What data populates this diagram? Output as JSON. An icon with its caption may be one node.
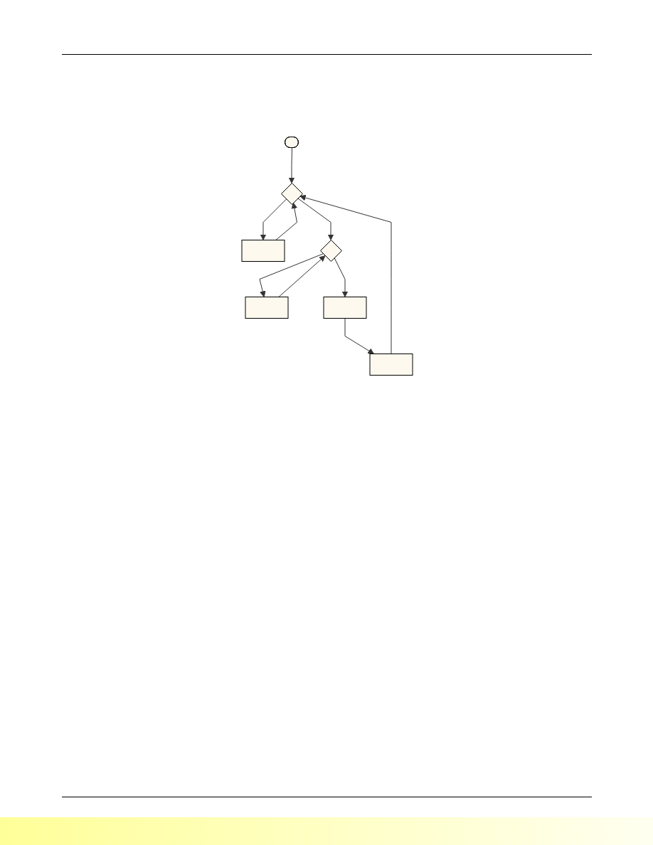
{
  "diagram": {
    "nodes": [
      {
        "text": [],
        "shape": "pill"
      },
      {
        "text": [],
        "shape": "diamond"
      },
      {
        "text": [],
        "shape": "box"
      },
      {
        "text": [],
        "shape": "diamond"
      },
      {
        "text": [],
        "shape": "box"
      },
      {
        "text": [],
        "shape": "box"
      },
      {
        "text": [],
        "shape": "box"
      }
    ],
    "edges": [
      {
        "from": 0,
        "to": 1,
        "arrow": "to"
      },
      {
        "from": 1,
        "to": 2,
        "arrow": "to"
      },
      {
        "from": 2,
        "to": 1,
        "arrow": "to"
      },
      {
        "from": 6,
        "to": 1,
        "arrow": "to"
      },
      {
        "from": 1,
        "to": 3,
        "arrow": "to"
      },
      {
        "from": 3,
        "to": 4,
        "arrow": "to"
      },
      {
        "from": 4,
        "to": 3,
        "arrow": "to"
      },
      {
        "from": 3,
        "to": 5,
        "arrow": "to"
      },
      {
        "from": 5,
        "to": 6,
        "arrow": "to"
      }
    ]
  }
}
